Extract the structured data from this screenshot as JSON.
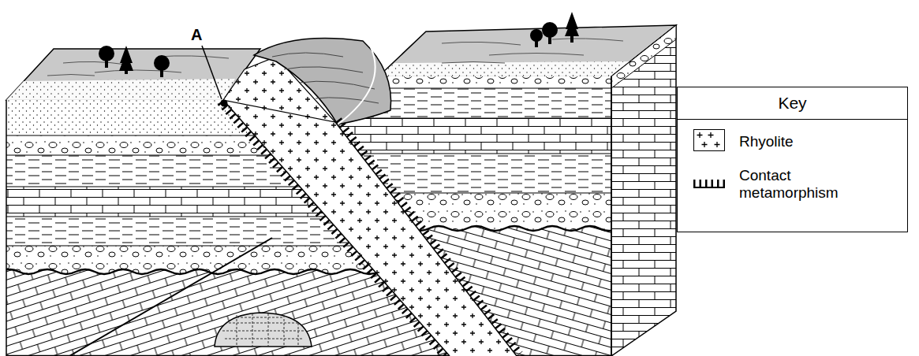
{
  "diagram": {
    "nodes": [
      {
        "text": [
          "Key"
        ]
      }
    ],
    "labels": [
      "A"
    ],
    "legend": [
      {
        "text": "Rhyolite"
      },
      {
        "text": "Contact metamorphism"
      }
    ]
  }
}
